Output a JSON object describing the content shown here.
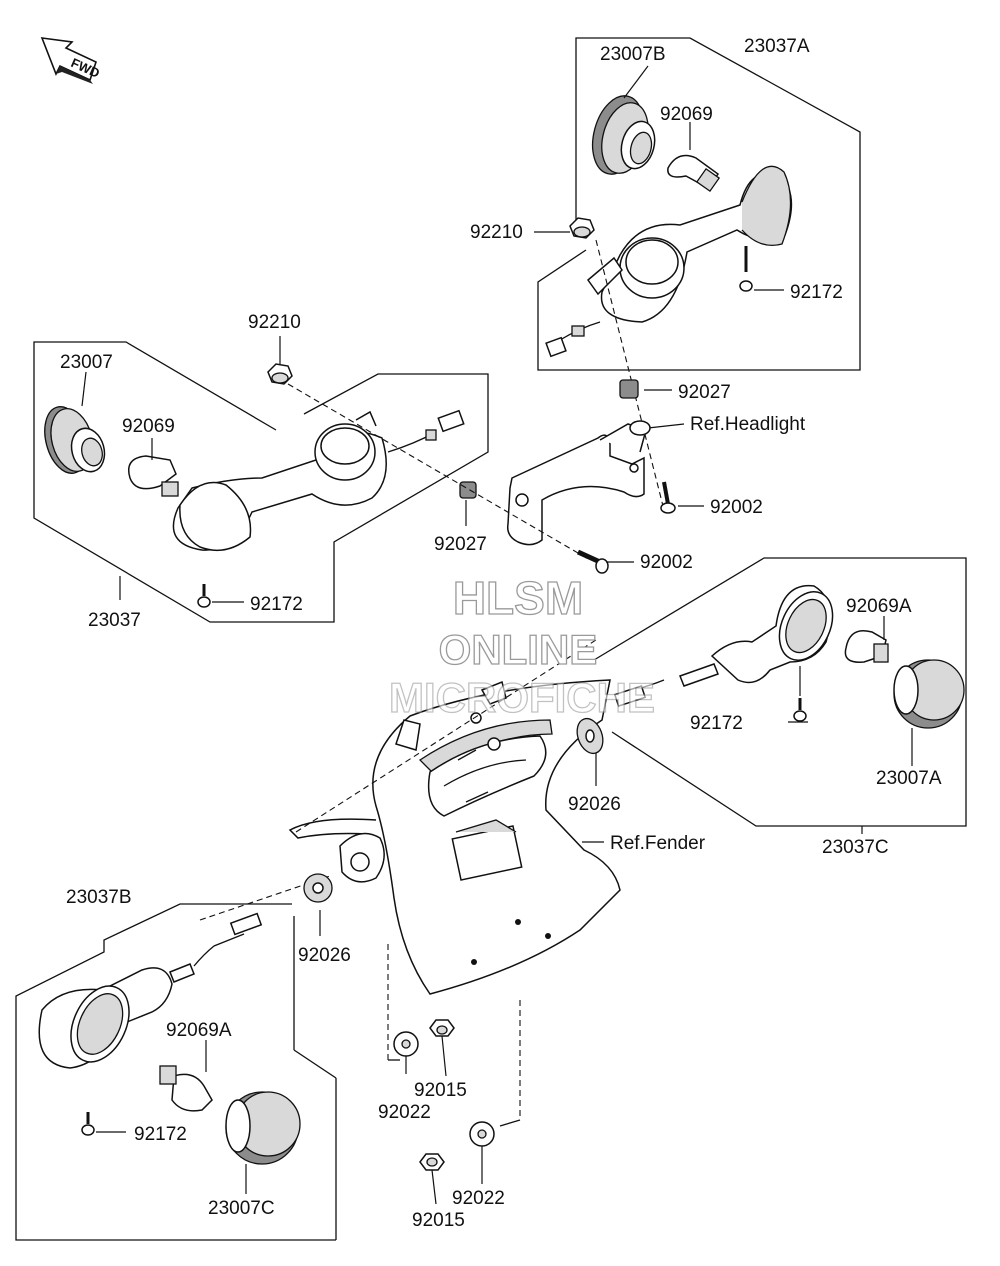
{
  "watermark": {
    "line1": "HLSM",
    "line2": "ONLINE",
    "line3": "MICROFICHE"
  },
  "direction": {
    "label": "FWD",
    "icon": "forward-arrow-icon"
  },
  "labels": {
    "p23037A": "23037A",
    "p23007B": "23007B",
    "p92069_r": "92069",
    "p92210_r": "92210",
    "p92172_r": "92172",
    "p92027_r": "92027",
    "ref_headlight": "Ref.Headlight",
    "p92002_r": "92002",
    "p92210_l": "92210",
    "p23007": "23007",
    "p92069_l": "92069",
    "p92027_l": "92027",
    "p92002_l": "92002",
    "p92172_l": "92172",
    "p23037": "23037",
    "p92069A_r": "92069A",
    "p92172_rr": "92172",
    "p23007A": "23007A",
    "p92026_r": "92026",
    "ref_fender": "Ref.Fender",
    "p23037C": "23037C",
    "p23037B": "23037B",
    "p92026_l": "92026",
    "p92069A_l": "92069A",
    "p92172_rl": "92172",
    "p23007C": "23007C",
    "p92015_a": "92015",
    "p92022_a": "92022",
    "p92022_b": "92022",
    "p92015_b": "92015"
  }
}
